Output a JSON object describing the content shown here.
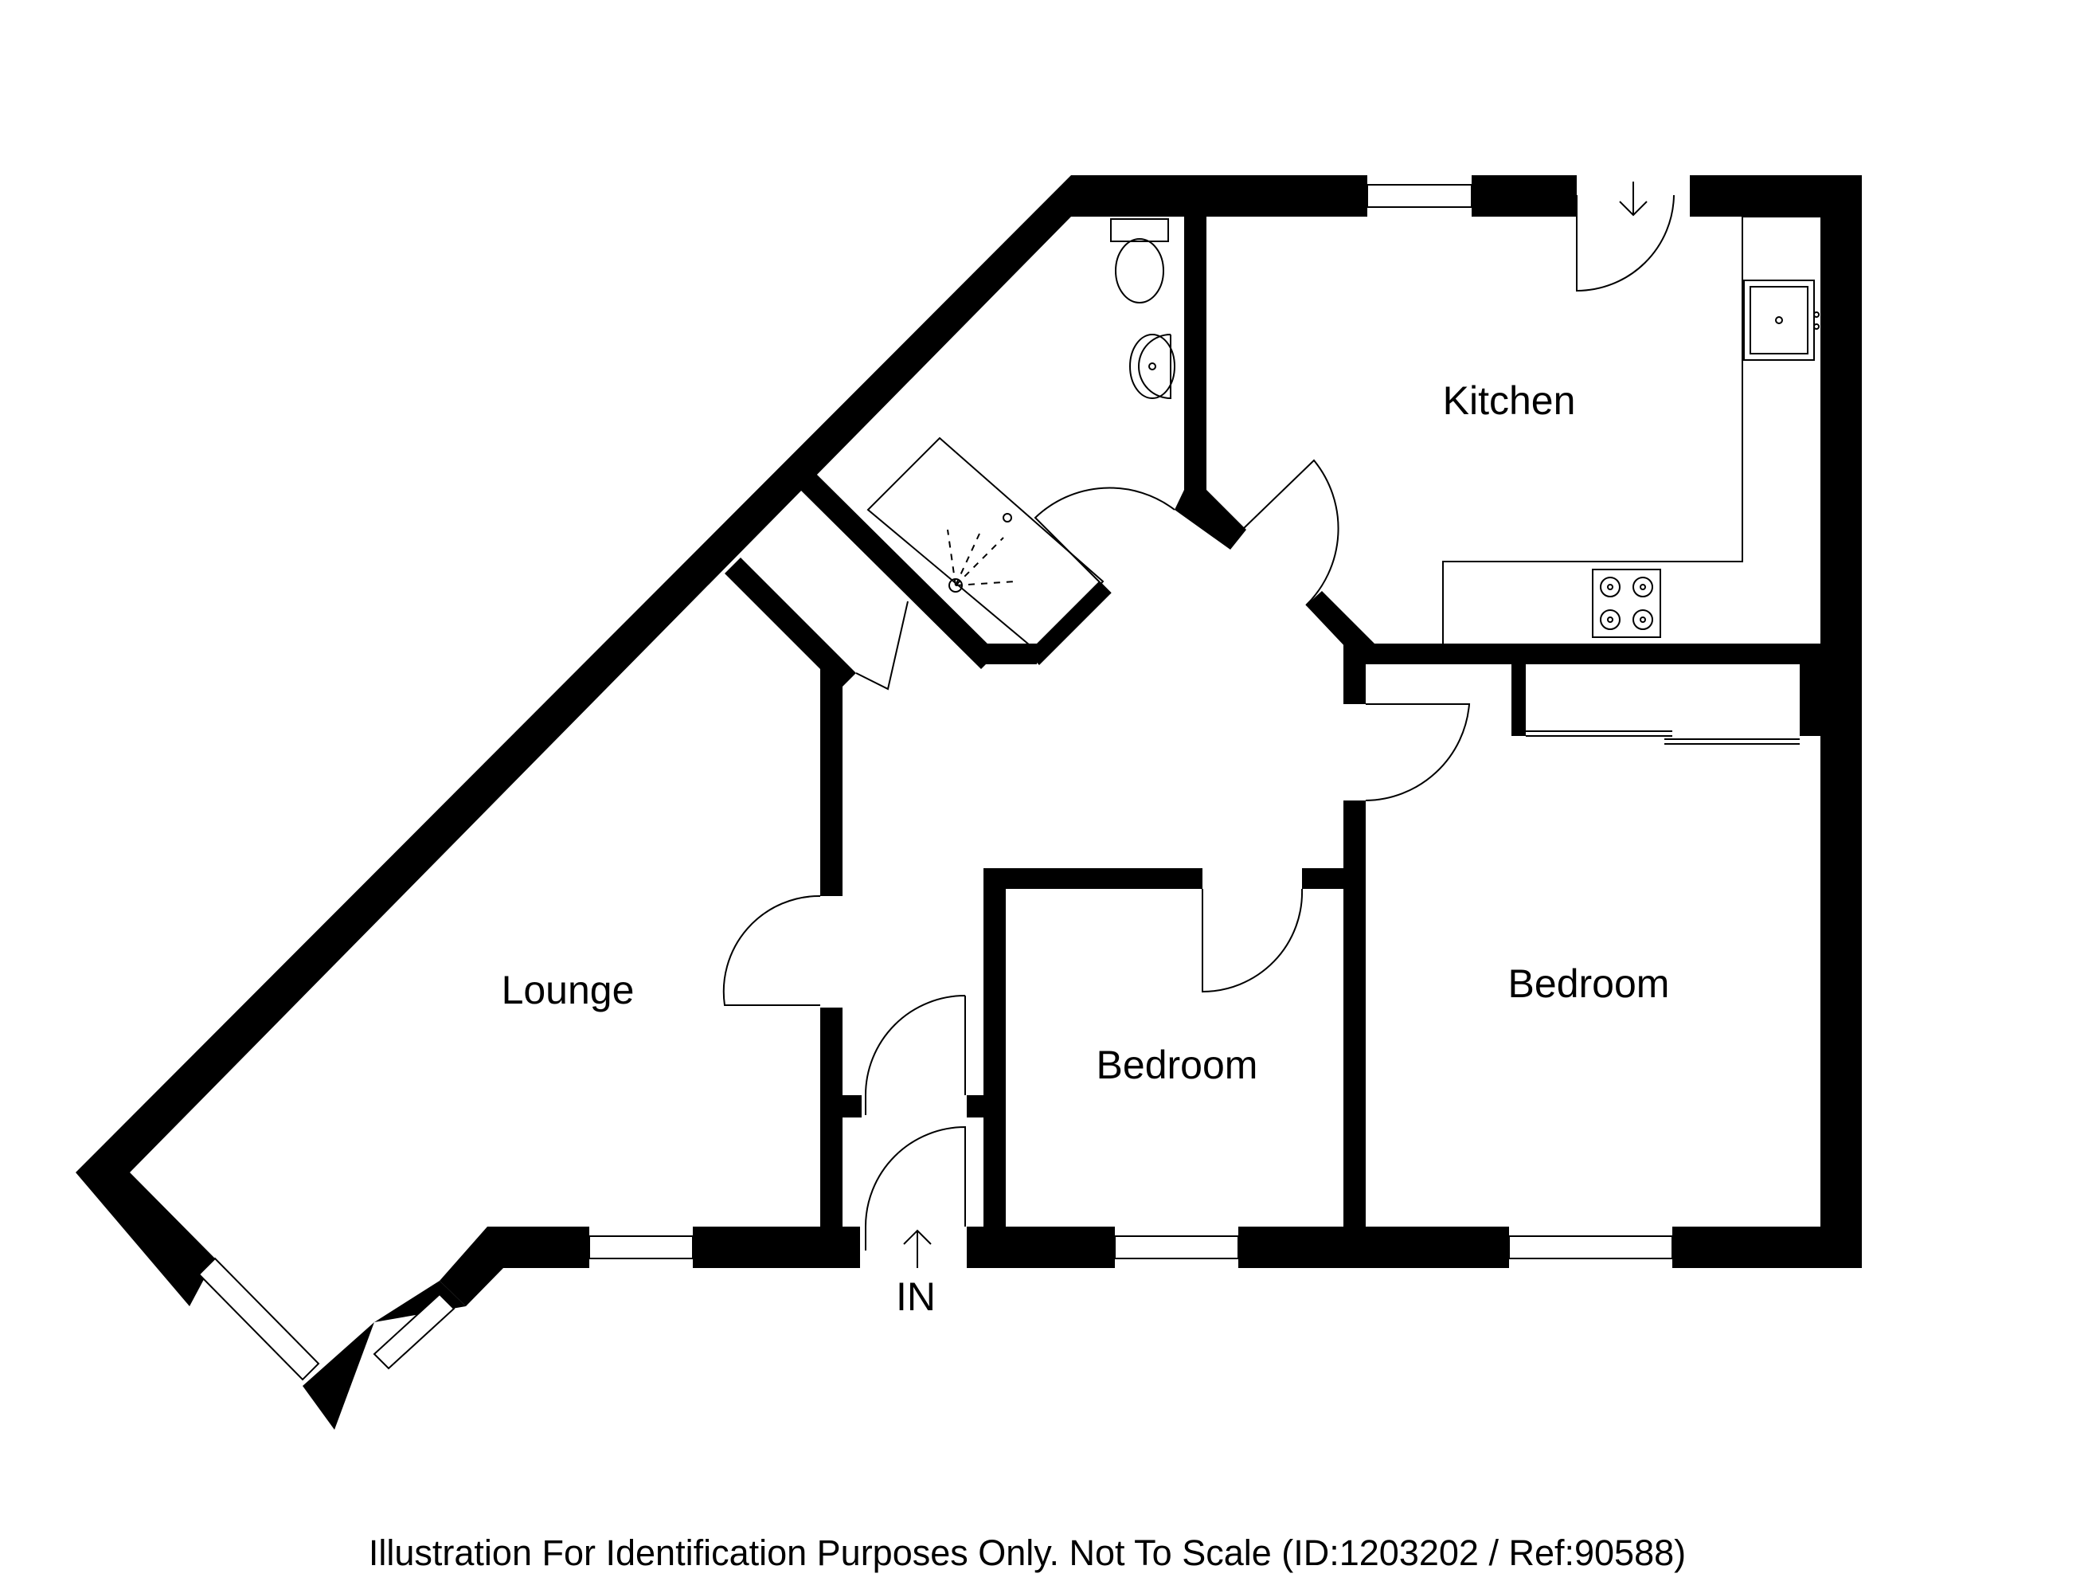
{
  "rooms": {
    "kitchen": "Kitchen",
    "lounge": "Lounge",
    "bedroom_1": "Bedroom",
    "bedroom_2": "Bedroom"
  },
  "entrance": "IN",
  "disclaimer": "Illustration For Identification Purposes Only. Not To Scale (ID:1203202 / Ref:90588)"
}
